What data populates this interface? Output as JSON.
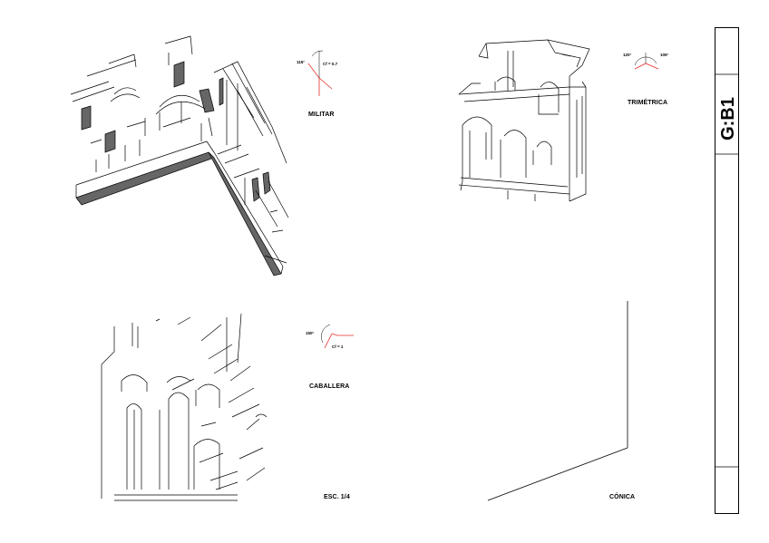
{
  "sheet": {
    "code": "G:B1",
    "scale": "ESC. 1/4"
  },
  "views": {
    "militar": {
      "label": "MILITAR",
      "angle": "115°",
      "coef": "Cf = 0.7"
    },
    "trimetrica": {
      "label": "TRIMÉTRICA",
      "angle_left": "120°",
      "angle_right": "105°"
    },
    "caballera": {
      "label": "CABALLERA",
      "angle": "150°",
      "coef": "Cf = 1"
    },
    "conica": {
      "label": "CÓNICA"
    }
  },
  "colors": {
    "line": "#000000",
    "axis": "#e8302a",
    "fill": "#555555"
  }
}
